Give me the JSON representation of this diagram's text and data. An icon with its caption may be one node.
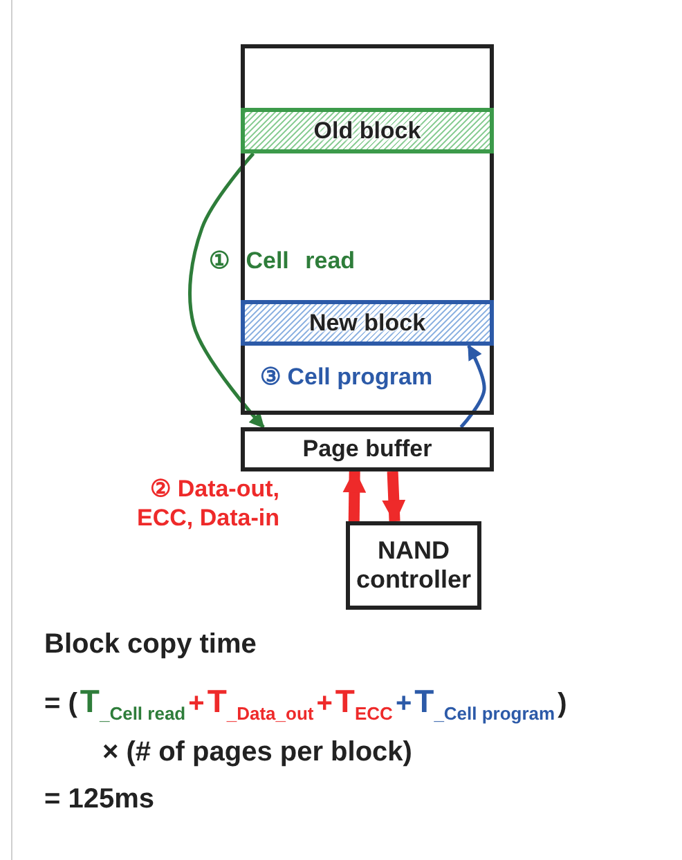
{
  "diagram": {
    "nodes": [
      {
        "text": [],
        "shape": "box"
      },
      {
        "text": [
          "Old block"
        ],
        "in": 0
      },
      {
        "text": [
          "New block"
        ],
        "in": 0
      },
      {
        "text": [
          "Page buffer"
        ]
      },
      {
        "text": [
          "NAND controller"
        ]
      }
    ],
    "edges": [
      {
        "from": 1,
        "to": 3,
        "arrow": "to",
        "label": "① Cell read",
        "color": "#2e7d3a"
      },
      {
        "from": 4,
        "to": 3,
        "arrow": "to",
        "label": "② Data-out, ECC, Data-in",
        "style": "thick",
        "color": "#ee2a2a"
      },
      {
        "from": 3,
        "to": 4,
        "arrow": "to",
        "style": "thick",
        "color": "#ee2a2a"
      },
      {
        "from": 3,
        "to": 2,
        "arrow": "to",
        "label": "③ Cell program",
        "color": "#2c5aa8"
      }
    ],
    "labels": [
      "Block copy time",
      "= (",
      "T$_{_Cell read}$",
      "+",
      "T$_{_Data_out}$",
      "+",
      "T$_{ECC}$",
      "+",
      "T$_{_Cell program}$",
      ")",
      "× (# of pages per block)",
      "= 125ms"
    ]
  }
}
